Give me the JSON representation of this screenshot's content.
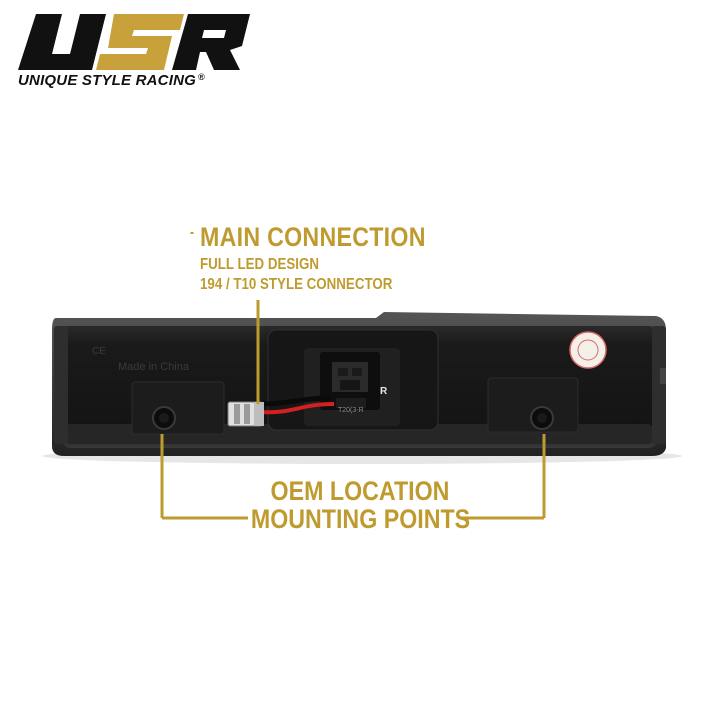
{
  "brand": {
    "logo_letters": "USR",
    "name": "UNIQUE STYLE RACING",
    "registered_mark": "®",
    "colors": {
      "black": "#111111",
      "gold": "#c9a13a"
    }
  },
  "product": {
    "embossed_text": "Made in China",
    "ce_mark": "CE",
    "connector_mark": "R",
    "part_code": "T20(3-R"
  },
  "callout_top": {
    "title": "MAIN CONNECTION",
    "line1": "FULL LED DESIGN",
    "line2": "194 / T10 STYLE CONNECTOR"
  },
  "callout_bottom": {
    "line1": "OEM LOCATION",
    "line2": "MOUNTING POINTS"
  },
  "accent_color": "#bf9b2f"
}
